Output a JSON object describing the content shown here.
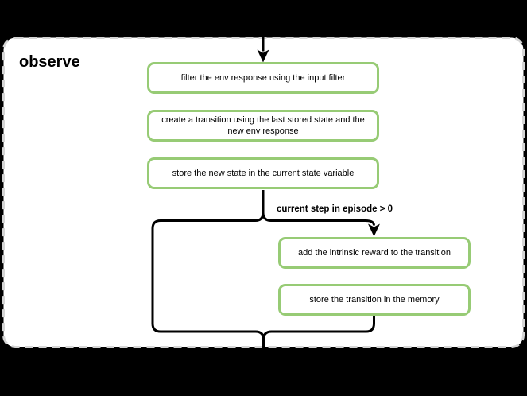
{
  "diagram": {
    "title": "observe",
    "condition_label": "current step in episode > 0",
    "steps": [
      {
        "label": "filter the env response using the input filter"
      },
      {
        "label": "create a transition using the last stored state and the\nnew env response"
      },
      {
        "label": "store the new state in the current state variable"
      },
      {
        "label": "add the intrinsic reward to the transition"
      },
      {
        "label": "store the transition in the memory"
      }
    ],
    "colors": {
      "background": "#000000",
      "container_fill": "#ffffff",
      "container_border": "#d5d5d5",
      "step_fill": "#ffffff",
      "step_border": "#97cb75",
      "connector": "#000000",
      "text": "#000000"
    }
  }
}
